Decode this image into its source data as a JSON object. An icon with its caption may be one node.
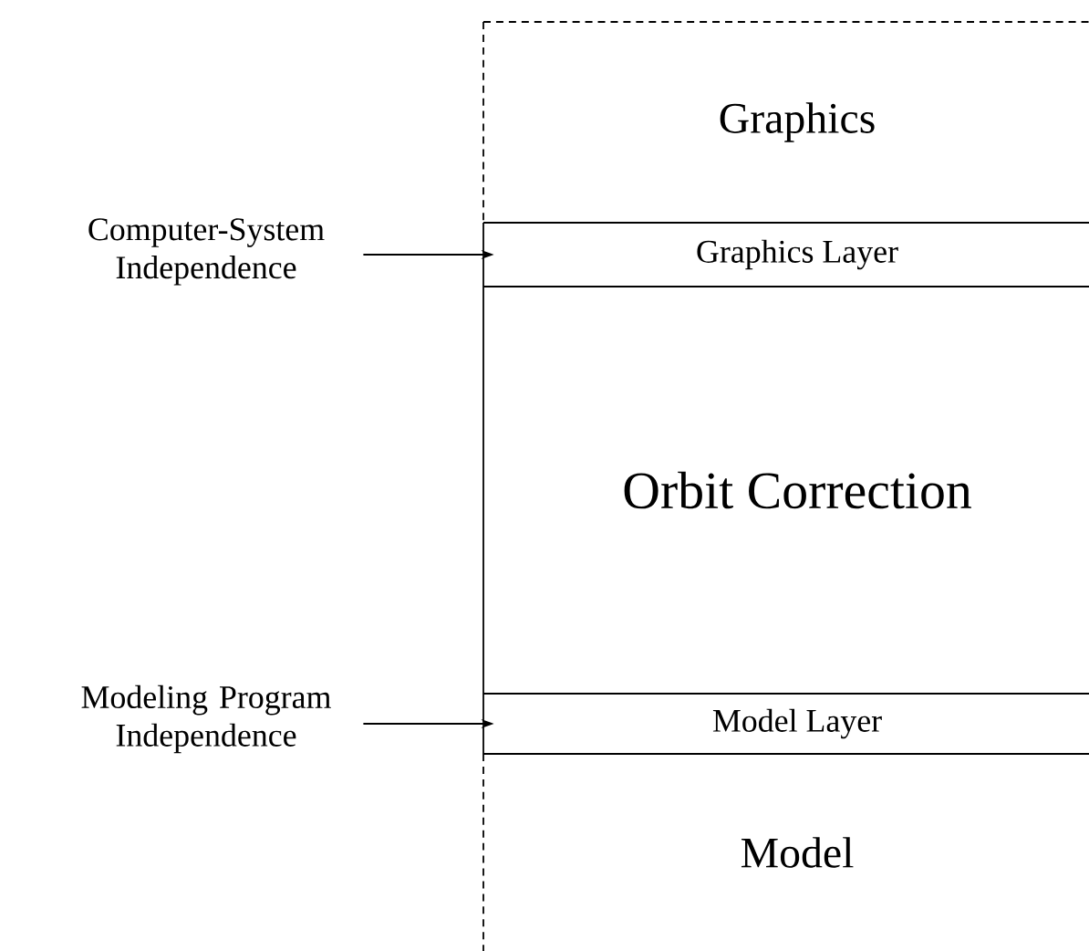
{
  "diagram": {
    "nodes": [
      {
        "text": [
          "Graphics"
        ]
      },
      {
        "text": [
          "Graphics Layer"
        ]
      },
      {
        "text": [
          "Orbit Correction"
        ]
      },
      {
        "text": [
          "Model Layer"
        ]
      },
      {
        "text": [
          "Model"
        ]
      },
      {
        "text": [
          "Computer-System Independence"
        ]
      },
      {
        "text": [
          "Modeling Program Independence"
        ]
      }
    ],
    "edges": [
      {
        "from": 5,
        "to": 1,
        "arrow": "to"
      },
      {
        "from": 6,
        "to": 3,
        "arrow": "to"
      }
    ]
  }
}
